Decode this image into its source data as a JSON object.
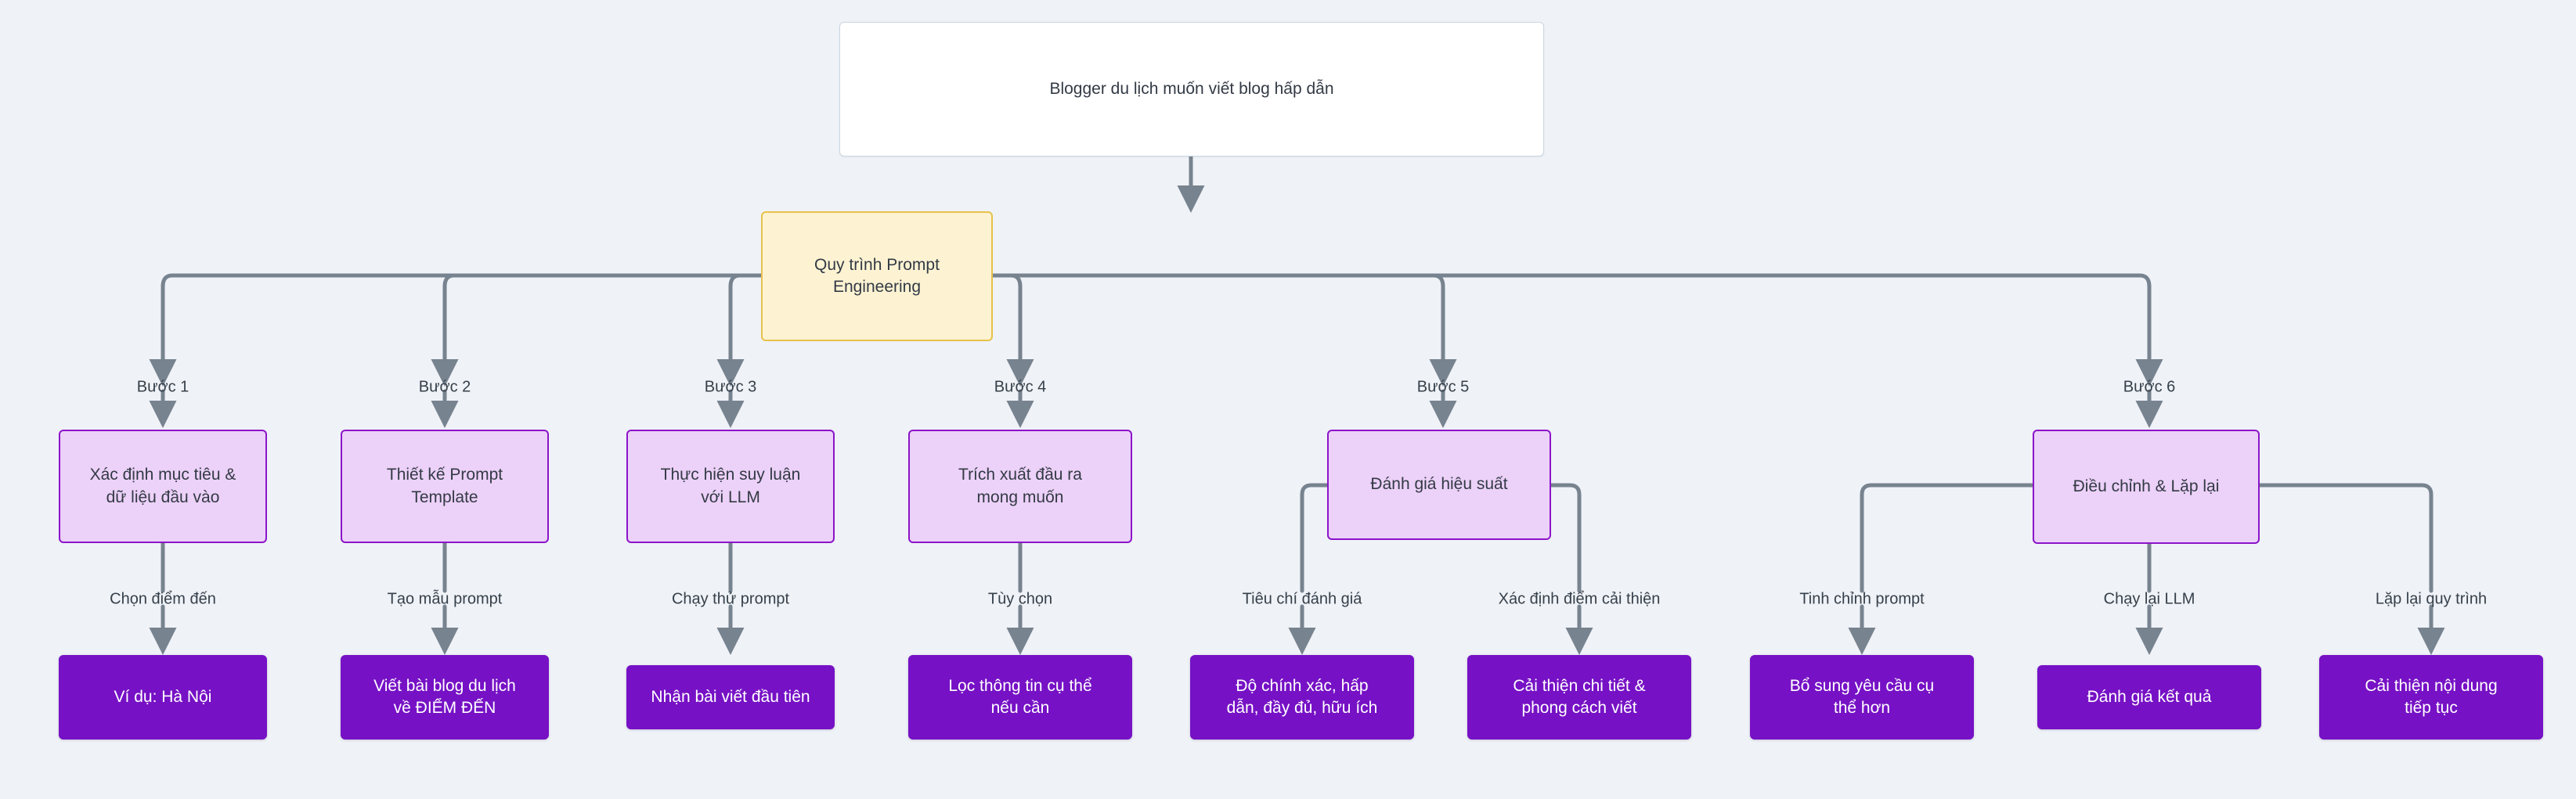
{
  "diagram": {
    "type": "flowchart",
    "title_node": {
      "label": "Blogger du lịch muốn viết blog hấp dẫn"
    },
    "process_node": {
      "label": "Quy trình Prompt\nEngineering"
    },
    "colors": {
      "background": "#eff2f7",
      "root_fill": "#ffffff",
      "root_border": "#cbd5e1",
      "process_fill": "#fdf3d3",
      "process_border": "#e8c14b",
      "step_fill": "#ecd1f8",
      "step_border": "#8c14c9",
      "leaf_fill": "#7611c5",
      "leaf_text": "#ffffff",
      "connector": "#77838f",
      "text": "#333a45"
    },
    "steps": [
      {
        "edge_label": "Bước 1",
        "label": "Xác định mục tiêu &\ndữ liệu đầu vào",
        "children": [
          {
            "edge_label": "Chọn điểm đến",
            "label": "Ví dụ: Hà Nội"
          }
        ]
      },
      {
        "edge_label": "Bước 2",
        "label": "Thiết kế Prompt\nTemplate",
        "children": [
          {
            "edge_label": "Tạo mẫu prompt",
            "label": "Viết bài blog du lịch\nvề ĐIỂM ĐẾN"
          }
        ]
      },
      {
        "edge_label": "Bước 3",
        "label": "Thực hiện suy luận\nvới LLM",
        "children": [
          {
            "edge_label": "Chạy thử prompt",
            "label": "Nhận bài viết đầu tiên"
          }
        ]
      },
      {
        "edge_label": "Bước 4",
        "label": "Trích xuất đầu ra\nmong muốn",
        "children": [
          {
            "edge_label": "Tùy chọn",
            "label": "Lọc thông tin cụ thể\nnếu cần"
          }
        ]
      },
      {
        "edge_label": "Bước 5",
        "label": "Đánh giá hiệu suất",
        "children": [
          {
            "edge_label": "Tiêu chí đánh giá",
            "label": "Độ chính xác, hấp\ndẫn, đầy đủ, hữu ích"
          },
          {
            "edge_label": "Xác định điểm cải thiện",
            "label": "Cải thiện chi tiết &\nphong cách viết"
          }
        ]
      },
      {
        "edge_label": "Bước 6",
        "label": "Điều chỉnh & Lặp lại",
        "children": [
          {
            "edge_label": "Tinh chỉnh prompt",
            "label": "Bổ sung yêu cầu cụ\nthể hơn"
          },
          {
            "edge_label": "Chạy lại LLM",
            "label": "Đánh giá kết quả"
          },
          {
            "edge_label": "Lặp lại quy trình",
            "label": "Cải thiện nội dung\ntiếp tục"
          }
        ]
      }
    ]
  }
}
